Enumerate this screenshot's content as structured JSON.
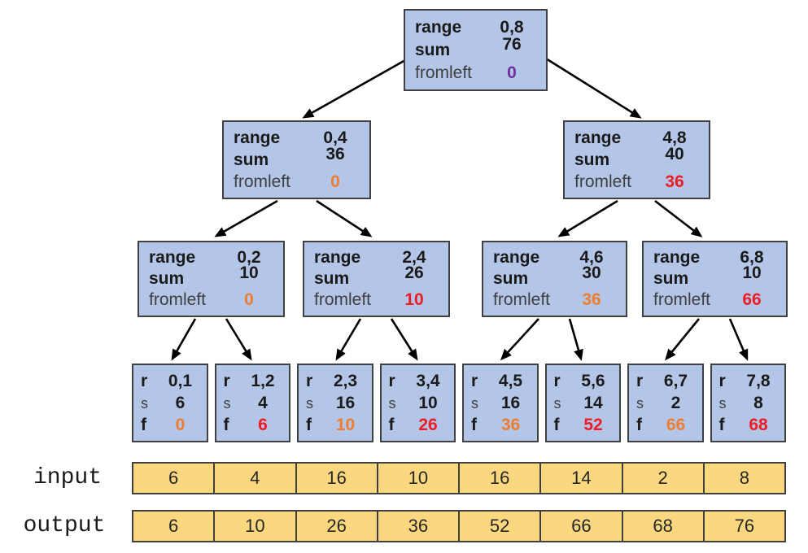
{
  "labels": {
    "range": "range",
    "sum": "sum",
    "fromleft": "fromleft",
    "r": "r",
    "s": "s",
    "f": "f"
  },
  "colors": {
    "node_fill": "#b4c6e7",
    "node_border": "#404040",
    "cell_fill": "#fbd87f",
    "cell_border": "#404040",
    "text_dark": "#1a1a1a",
    "label_gray": "#3f3f3f",
    "purple": "#7030a0",
    "orange": "#ed7d31",
    "red": "#ee1c25"
  },
  "tree": {
    "root": {
      "range": "0,8",
      "sum": "76",
      "fromleft": "0",
      "fromleft_color": "#7030a0"
    },
    "level2": [
      {
        "range": "0,4",
        "sum": "36",
        "fromleft": "0",
        "fromleft_color": "#ed7d31"
      },
      {
        "range": "4,8",
        "sum": "40",
        "fromleft": "36",
        "fromleft_color": "#ee1c25"
      }
    ],
    "level3": [
      {
        "range": "0,2",
        "sum": "10",
        "fromleft": "0",
        "fromleft_color": "#ed7d31"
      },
      {
        "range": "2,4",
        "sum": "26",
        "fromleft": "10",
        "fromleft_color": "#ee1c25"
      },
      {
        "range": "4,6",
        "sum": "30",
        "fromleft": "36",
        "fromleft_color": "#ed7d31"
      },
      {
        "range": "6,8",
        "sum": "10",
        "fromleft": "66",
        "fromleft_color": "#ee1c25"
      }
    ],
    "leaves": [
      {
        "r": "0,1",
        "s": "6",
        "f": "0",
        "f_color": "#ed7d31"
      },
      {
        "r": "1,2",
        "s": "4",
        "f": "6",
        "f_color": "#ee1c25"
      },
      {
        "r": "2,3",
        "s": "16",
        "f": "10",
        "f_color": "#ed7d31"
      },
      {
        "r": "3,4",
        "s": "10",
        "f": "26",
        "f_color": "#ee1c25"
      },
      {
        "r": "4,5",
        "s": "16",
        "f": "36",
        "f_color": "#ed7d31"
      },
      {
        "r": "5,6",
        "s": "14",
        "f": "52",
        "f_color": "#ee1c25"
      },
      {
        "r": "6,7",
        "s": "2",
        "f": "66",
        "f_color": "#ed7d31"
      },
      {
        "r": "7,8",
        "s": "8",
        "f": "68",
        "f_color": "#ee1c25"
      }
    ]
  },
  "arrays": {
    "input": {
      "label": "input",
      "values": [
        "6",
        "4",
        "16",
        "10",
        "16",
        "14",
        "2",
        "8"
      ]
    },
    "output": {
      "label": "output",
      "values": [
        "6",
        "10",
        "26",
        "36",
        "52",
        "66",
        "68",
        "76"
      ]
    }
  }
}
